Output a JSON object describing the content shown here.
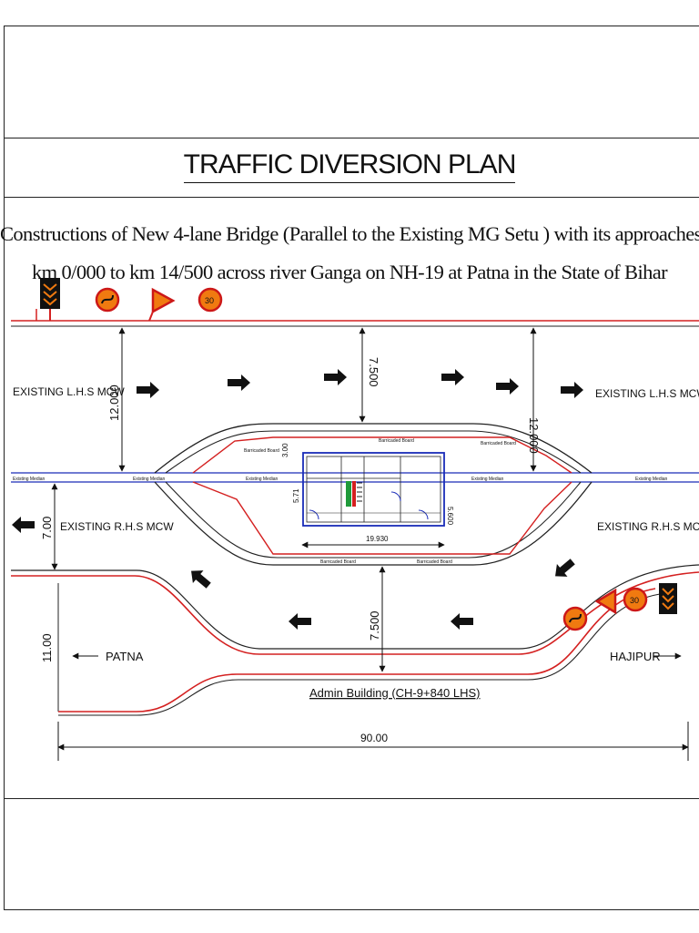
{
  "title": "TRAFFIC DIVERSION PLAN",
  "subtitle_line1": "Constructions of New 4-lane Bridge (Parallel to the Existing MG Setu )  with its approaches from",
  "subtitle_line2": "km 0/000 to km 14/500  across river Ganga on NH-19 at Patna in the State of Bihar",
  "lanes": {
    "lhs_left": "EXISTING L.H.S MCW",
    "lhs_right": "EXISTING L.H.S MCW",
    "rhs_left": "EXISTING R.H.S MCW",
    "rhs_right": "EXISTING R.H.S MCW"
  },
  "median_label": "Existing Median",
  "barricade_label": "Barricaded Board",
  "dimensions": {
    "lhs_width": "12.000",
    "lhs_width_right": "12.000",
    "diversion_top": "7.500",
    "diversion_bottom": "7.500",
    "rhs_width": "7.00",
    "approach_width": "11.00",
    "building_top_offset": "3.00",
    "building_bottom_offset": "5.600",
    "building_left_offset": "5.71",
    "building_length": "19.930",
    "total_length": "90.00"
  },
  "directions": {
    "left": "PATNA",
    "right": "HAJIPUR"
  },
  "building_label": "Admin Building (CH-9+840 LHS)",
  "colors": {
    "road_edge": "#d42020",
    "median": "#1a2cb8",
    "diversion": "#222222",
    "sign_orange": "#f07a10",
    "sign_red": "#cc1818",
    "sign_green": "#1f9a3a"
  }
}
